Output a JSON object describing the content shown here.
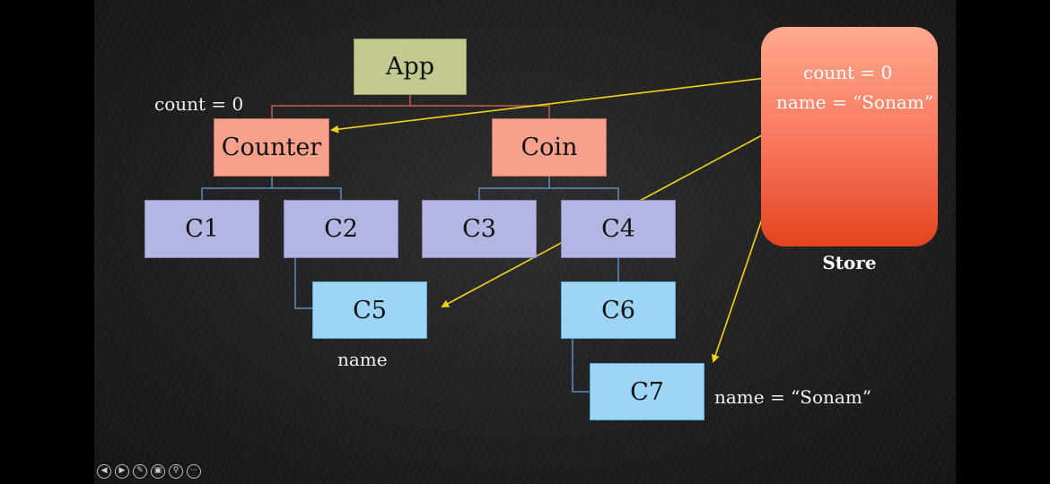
{
  "nodes": {
    "app": "App",
    "counter": "Counter",
    "coin": "Coin",
    "c1": "C1",
    "c2": "C2",
    "c3": "C3",
    "c4": "C4",
    "c5": "C5",
    "c6": "C6",
    "c7": "C7"
  },
  "labels": {
    "counter_state": "count = 0",
    "c5_prop": "name",
    "c7_prop": "name = “Sonam”"
  },
  "store": {
    "title": "Store",
    "count": "count = 0",
    "name": "name = “Sonam”"
  },
  "controls": [
    {
      "icon": "previous-icon",
      "glyph": "◀"
    },
    {
      "icon": "next-icon",
      "glyph": "▶"
    },
    {
      "icon": "pen-icon",
      "glyph": "✎"
    },
    {
      "icon": "slides-icon",
      "glyph": "▣"
    },
    {
      "icon": "zoom-icon",
      "glyph": "⚲"
    },
    {
      "icon": "more-icon",
      "glyph": "⋯"
    }
  ],
  "colors": {
    "tree_line_top": "#c0604a",
    "tree_line": "#5a8fbf",
    "arrow": "#f2d21b"
  }
}
